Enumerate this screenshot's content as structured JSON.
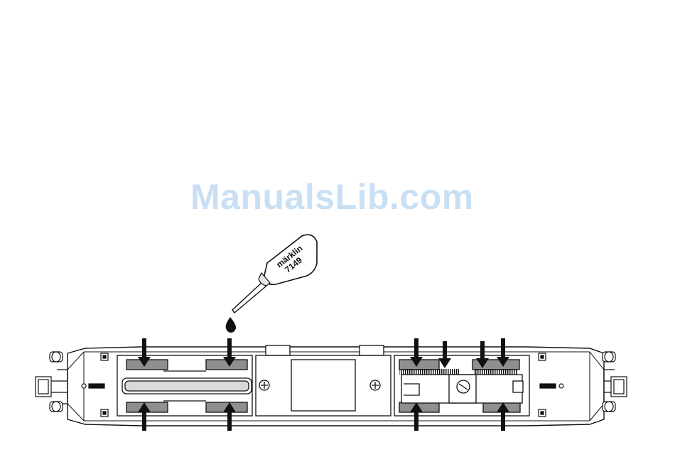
{
  "watermark": {
    "text": "ManualsLib.com",
    "color": "#c9dff3"
  },
  "oil_bottle": {
    "brand": "märklin",
    "number": "7149"
  },
  "colors": {
    "line": "#111111",
    "wheel_gray": "#8f8f8f",
    "light_gray": "#d9d9d9",
    "arrow": "#111111"
  }
}
